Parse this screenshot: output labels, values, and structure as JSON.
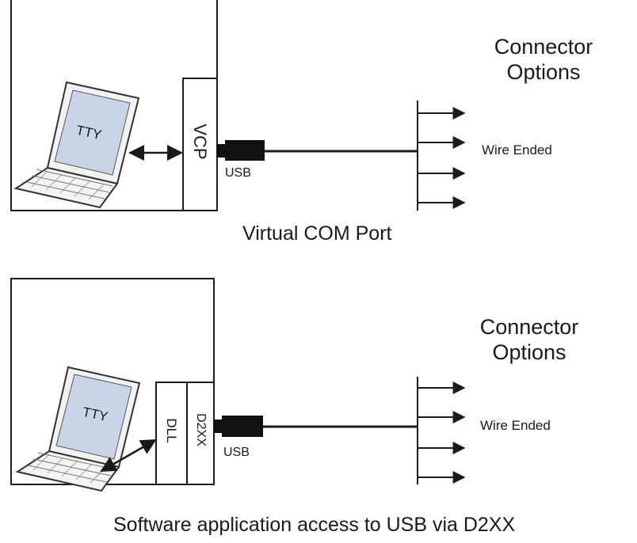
{
  "diagrams": [
    {
      "screen_label": "TTY",
      "driver_labels": [
        "VCP"
      ],
      "usb_label": "USB",
      "connector_title": [
        "Connector",
        "Options"
      ],
      "wire_label": "Wire Ended",
      "caption": "Virtual COM Port"
    },
    {
      "screen_label": "TTY",
      "driver_labels": [
        "DLL",
        "D2XX"
      ],
      "usb_label": "USB",
      "connector_title": [
        "Connector",
        "Options"
      ],
      "wire_label": "Wire Ended",
      "caption": "Software application access to USB via D2XX"
    }
  ],
  "colors": {
    "line": "#1a1a1a",
    "screen": "#c7d2e6",
    "laptop_body": "#f4f4f4",
    "connector": "#111111"
  }
}
